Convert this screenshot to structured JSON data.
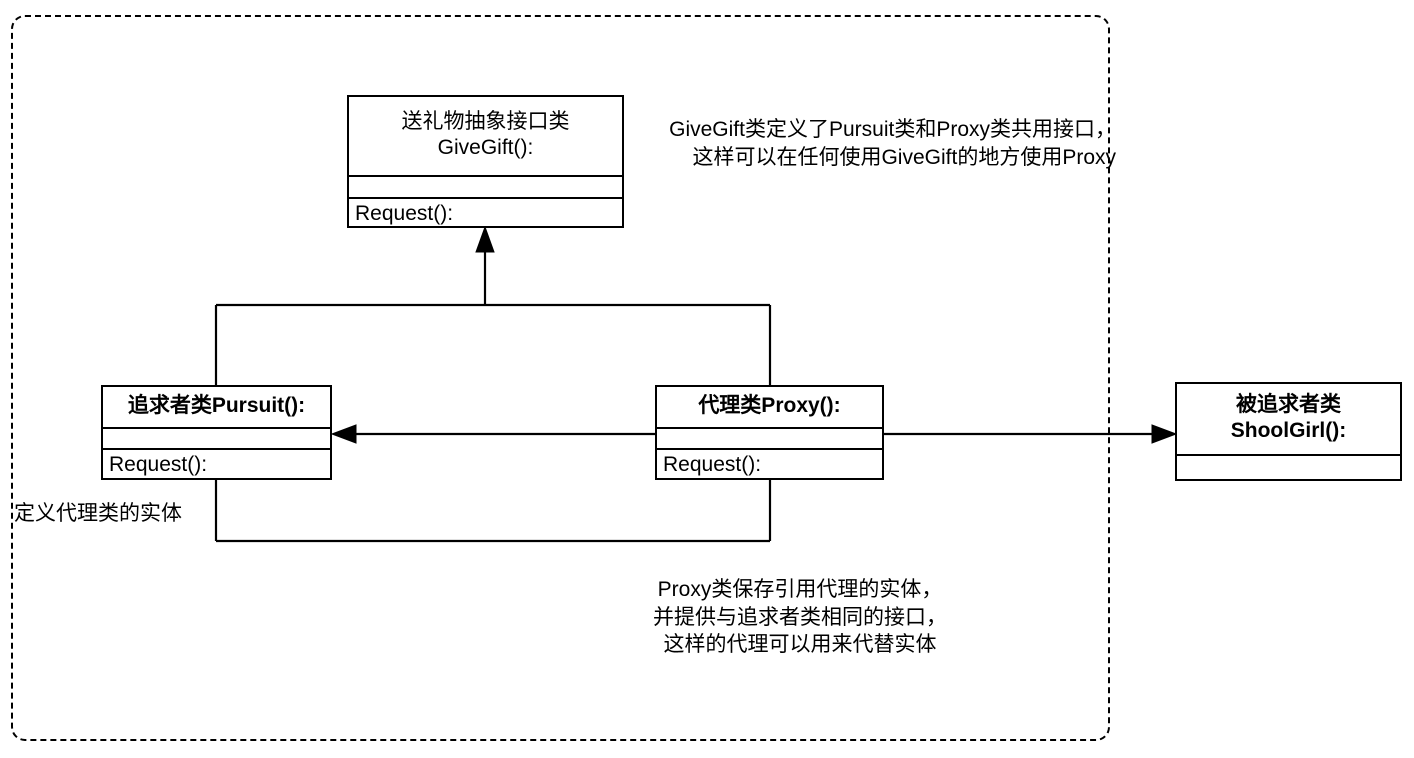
{
  "diagram": {
    "title": "Proxy Pattern UML Class Diagram",
    "boundary_style": "dashed-rounded",
    "stroke_color": "#000000",
    "background_color": "#ffffff"
  },
  "classes": {
    "givegift": {
      "title": "送礼物抽象接口类\nGiveGift():",
      "attributes": "",
      "operations": "Request():"
    },
    "pursuit": {
      "title": "追求者类Pursuit():",
      "attributes": "",
      "operations": "Request():"
    },
    "proxy": {
      "title": "代理类Proxy():",
      "attributes": "",
      "operations": "Request():"
    },
    "shoolgirl": {
      "title": "被追求者类\nShoolGirl():",
      "attributes": ""
    }
  },
  "notes": {
    "givegift_note": "GiveGift类定义了Pursuit类和Proxy类共用接口，\n这样可以在任何使用GiveGift的地方使用Proxy",
    "entity_note": "定义代理类的实体",
    "proxy_note": "Proxy类保存引用代理的实体，\n并提供与追求者类相同的接口，\n这样的代理可以用来代替实体"
  },
  "relationships": [
    {
      "name": "pursuit-implements-givegift",
      "from": "pursuit",
      "to": "givegift",
      "type": "generalization",
      "arrowhead": "filled-triangle"
    },
    {
      "name": "proxy-implements-givegift",
      "from": "proxy",
      "to": "givegift",
      "type": "generalization",
      "arrowhead": "filled-triangle"
    },
    {
      "name": "proxy-uses-pursuit",
      "from": "proxy",
      "to": "pursuit",
      "type": "association",
      "arrowhead": "filled-arrow-left"
    },
    {
      "name": "proxy-references-shoolgirl",
      "from": "proxy",
      "to": "shoolgirl",
      "type": "association",
      "arrowhead": "filled-arrow-right"
    },
    {
      "name": "pursuit-proxy-entity-link",
      "from": "pursuit",
      "to": "proxy",
      "type": "association",
      "arrowhead": "none"
    }
  ]
}
